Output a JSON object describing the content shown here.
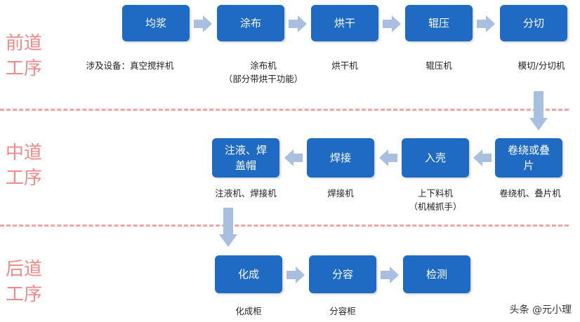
{
  "stages": {
    "front": "前道\n工序",
    "middle": "中道\n工序",
    "back": "后道\n工序"
  },
  "front": {
    "equipment_prefix": "涉及设备：真空搅拌机",
    "steps": [
      {
        "label": "均浆",
        "equipment": ""
      },
      {
        "label": "涂布",
        "equipment": "涂布机\n（部分带烘干功能）"
      },
      {
        "label": "烘干",
        "equipment": "烘干机"
      },
      {
        "label": "辊压",
        "equipment": "辊压机"
      },
      {
        "label": "分切",
        "equipment": "模切/分切机"
      }
    ]
  },
  "middle": {
    "steps": [
      {
        "label": "卷绕或叠\n片",
        "equipment": "卷绕机、叠片机"
      },
      {
        "label": "入壳",
        "equipment": "上下料机\n（机械抓手）"
      },
      {
        "label": "焊接",
        "equipment": "焊接机"
      },
      {
        "label": "注液、焊\n盖帽",
        "equipment": "注液机、焊接机"
      }
    ]
  },
  "back": {
    "steps": [
      {
        "label": "化成",
        "equipment": "化成柜"
      },
      {
        "label": "分容",
        "equipment": "分容柜"
      },
      {
        "label": "检测",
        "equipment": ""
      }
    ]
  },
  "watermark": "头条 @元小理",
  "colors": {
    "box": "#1f6bc4",
    "arrow": "#a9bfe0",
    "stage_label": "#f08a8a",
    "divider": "#f3a3a3"
  }
}
